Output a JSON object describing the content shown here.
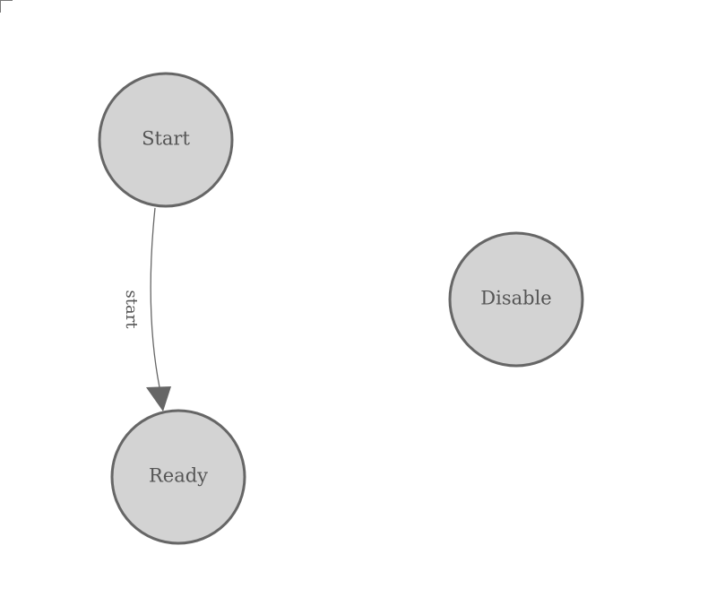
{
  "diagram": {
    "colors": {
      "node_fill": "#d3d3d3",
      "node_stroke": "#666666",
      "edge": "#666666",
      "text": "#555555"
    },
    "nodes": [
      {
        "id": "start",
        "label": "Start"
      },
      {
        "id": "ready",
        "label": "Ready"
      },
      {
        "id": "disable",
        "label": "Disable"
      }
    ],
    "edges": [
      {
        "from": "start",
        "to": "ready",
        "label": "start"
      }
    ]
  }
}
